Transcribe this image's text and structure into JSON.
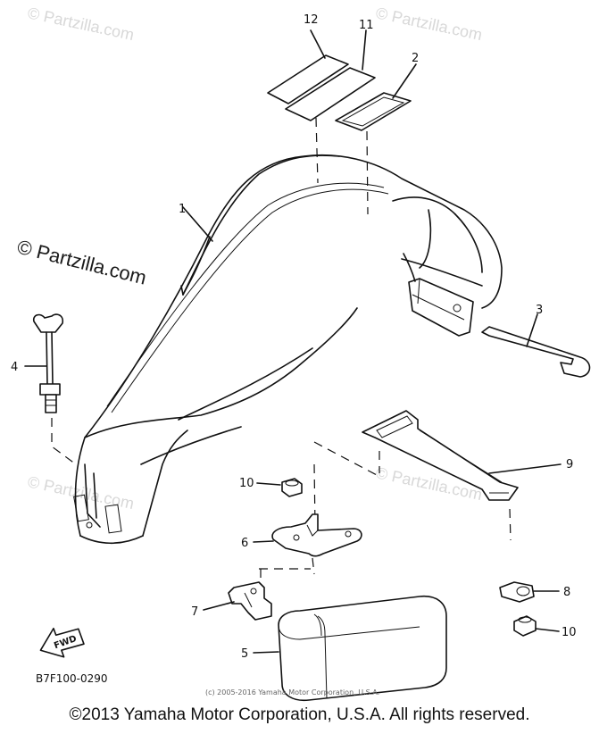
{
  "watermark": {
    "text": "© Partzilla.com"
  },
  "callouts": [
    {
      "id": "1",
      "label": "1"
    },
    {
      "id": "2",
      "label": "2"
    },
    {
      "id": "3",
      "label": "3"
    },
    {
      "id": "4",
      "label": "4"
    },
    {
      "id": "5",
      "label": "5"
    },
    {
      "id": "6",
      "label": "6"
    },
    {
      "id": "7",
      "label": "7"
    },
    {
      "id": "8",
      "label": "8"
    },
    {
      "id": "9",
      "label": "9"
    },
    {
      "id": "10a",
      "label": "10"
    },
    {
      "id": "10b",
      "label": "10"
    },
    {
      "id": "11",
      "label": "11"
    },
    {
      "id": "12",
      "label": "12"
    }
  ],
  "fwd_label": "FWD",
  "drawing_code": "B7F100-0290",
  "small_copyright": "(c) 2005-2016 Yamaha Motor Corporation, U.S.A.",
  "footer": "©2013 Yamaha Motor Corporation, U.S.A. All rights reserved.",
  "colors": {
    "line": "#111111",
    "watermark": "#d8d8d8",
    "background": "#ffffff"
  }
}
